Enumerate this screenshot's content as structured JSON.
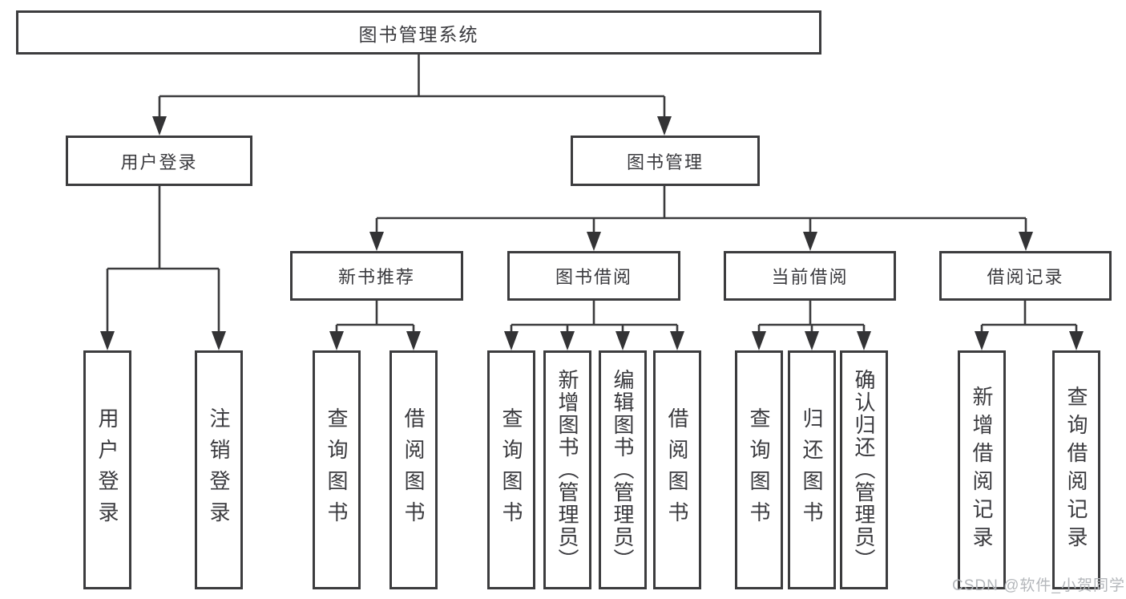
{
  "page": {
    "background_color": "#ffffff",
    "line_color": "#3b3b3d",
    "text_color": "#3a3a3e"
  },
  "watermark": {
    "text": "CSDN @软件_小贺同学",
    "color": "#b4b7bb"
  },
  "tree": {
    "root": {
      "label": "图书管理系统"
    },
    "children": [
      {
        "label": "用户登录",
        "children": [
          {
            "label": "用户登录"
          },
          {
            "label": "注销登录"
          }
        ]
      },
      {
        "label": "图书管理",
        "children": [
          {
            "label": "新书推荐",
            "children": [
              {
                "label": "查询图书"
              },
              {
                "label": "借阅图书"
              }
            ]
          },
          {
            "label": "图书借阅",
            "children": [
              {
                "label": "查询图书"
              },
              {
                "label": "新增图书（管理员）"
              },
              {
                "label": "编辑图书（管理员）"
              },
              {
                "label": "借阅图书"
              }
            ]
          },
          {
            "label": "当前借阅",
            "children": [
              {
                "label": "查询图书"
              },
              {
                "label": "归还图书"
              },
              {
                "label": "确认归还（管理员）"
              }
            ]
          },
          {
            "label": "借阅记录",
            "children": [
              {
                "label": "新增借阅记录"
              },
              {
                "label": "查询借阅记录"
              }
            ]
          }
        ]
      }
    ]
  }
}
